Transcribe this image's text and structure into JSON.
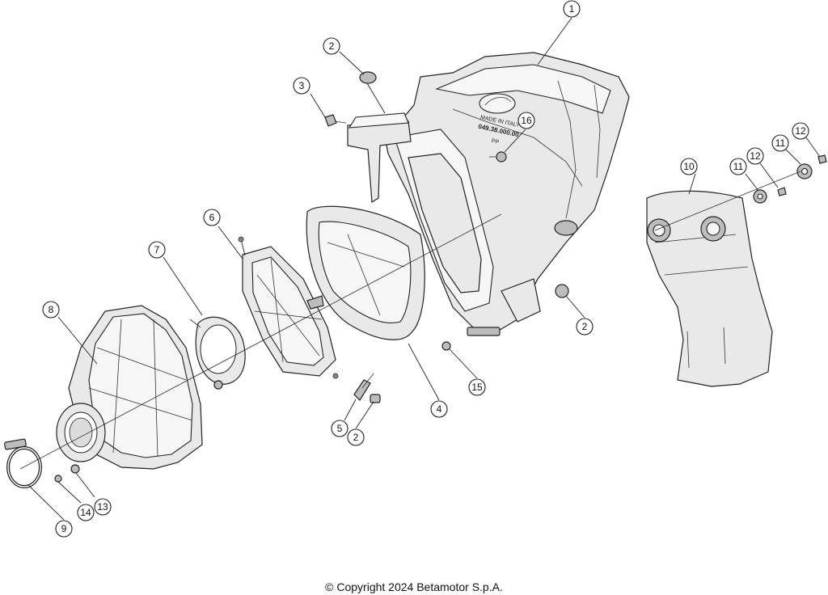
{
  "diagram": {
    "callouts": [
      {
        "id": "c1",
        "label": "1"
      },
      {
        "id": "c2a",
        "label": "2"
      },
      {
        "id": "c2b",
        "label": "2"
      },
      {
        "id": "c2c",
        "label": "2"
      },
      {
        "id": "c3",
        "label": "3"
      },
      {
        "id": "c4",
        "label": "4"
      },
      {
        "id": "c5",
        "label": "5"
      },
      {
        "id": "c6",
        "label": "6"
      },
      {
        "id": "c7",
        "label": "7"
      },
      {
        "id": "c8",
        "label": "8"
      },
      {
        "id": "c9",
        "label": "9"
      },
      {
        "id": "c10",
        "label": "10"
      },
      {
        "id": "c11a",
        "label": "11"
      },
      {
        "id": "c11b",
        "label": "11"
      },
      {
        "id": "c12a",
        "label": "12"
      },
      {
        "id": "c12b",
        "label": "12"
      },
      {
        "id": "c13",
        "label": "13"
      },
      {
        "id": "c14",
        "label": "14"
      },
      {
        "id": "c15",
        "label": "15"
      },
      {
        "id": "c16",
        "label": "16"
      }
    ],
    "airbox_markings": [
      "MADE IN ITALY",
      "049.38.000.00",
      "PP"
    ]
  },
  "footer": {
    "copyright": "© Copyright 2024 Betamotor S.p.A."
  }
}
